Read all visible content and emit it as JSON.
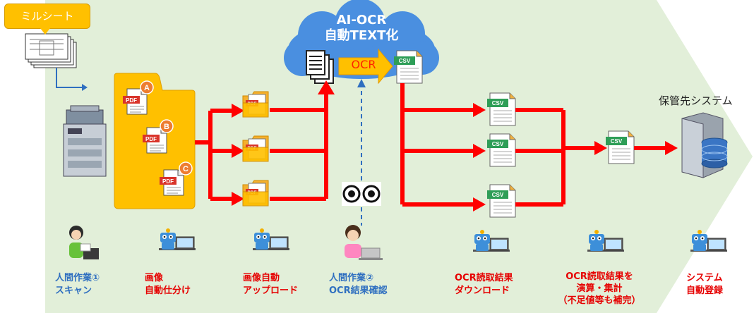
{
  "tag_label": "ミルシート",
  "cloud_title": "AI-OCR\n自動TEXT化",
  "ocr_label": "OCR",
  "system_label": "保管先システム",
  "doc_badges": [
    "A",
    "B",
    "C"
  ],
  "pdf_label": "PDF",
  "csv_label": "CSV",
  "steps": [
    {
      "text": "人間作業①\nスキャン",
      "kind": "human"
    },
    {
      "text": "画像\n自動仕分け",
      "kind": "robot"
    },
    {
      "text": "画像自動\nアップロード",
      "kind": "robot"
    },
    {
      "text": "人間作業②\nOCR結果確認",
      "kind": "human"
    },
    {
      "text": "OCR読取結果\nダウンロード",
      "kind": "robot"
    },
    {
      "text": "OCR読取結果を\n演算・集計\n（不足値等も補完）",
      "kind": "robot"
    },
    {
      "text": "システム\n自動登録",
      "kind": "robot"
    }
  ],
  "colors": {
    "background_arrow": "#e2efd9",
    "flow": "#ff0000",
    "cloud": "#4a8fe0",
    "folder": "#ffc000",
    "human_label": "#2f6fc0",
    "robot_label": "#e60000"
  }
}
